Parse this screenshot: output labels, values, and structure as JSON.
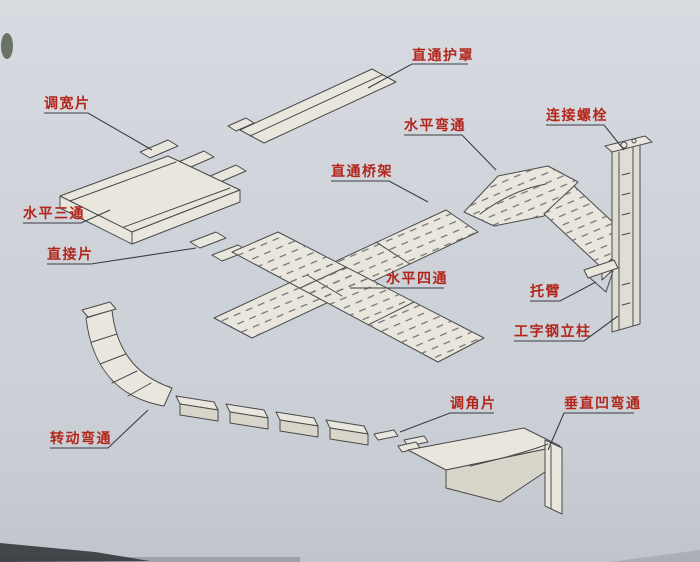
{
  "diagram": {
    "colors": {
      "background": "#cdd1d8",
      "line": "#4a4a4a",
      "part_fill": "#e9e6de",
      "hatch": "#6f6f6f",
      "label": "#b3261c"
    },
    "labels": [
      {
        "id": "straight-cover",
        "text": "直通护罩"
      },
      {
        "id": "width-adjust-piece",
        "text": "调宽片"
      },
      {
        "id": "horizontal-bend",
        "text": "水平弯通"
      },
      {
        "id": "connecting-bolt",
        "text": "连接螺栓"
      },
      {
        "id": "straight-tray",
        "text": "直通桥架"
      },
      {
        "id": "horizontal-tee",
        "text": "水平三通"
      },
      {
        "id": "direct-connect-piece",
        "text": "直接片"
      },
      {
        "id": "horizontal-cross",
        "text": "水平四通"
      },
      {
        "id": "support-arm",
        "text": "托臂"
      },
      {
        "id": "ibeam-column",
        "text": "工字钢立柱"
      },
      {
        "id": "angle-adjust-piece",
        "text": "调角片"
      },
      {
        "id": "vertical-inside-bend",
        "text": "垂直凹弯通"
      },
      {
        "id": "rotating-bend",
        "text": "转动弯通"
      }
    ]
  }
}
